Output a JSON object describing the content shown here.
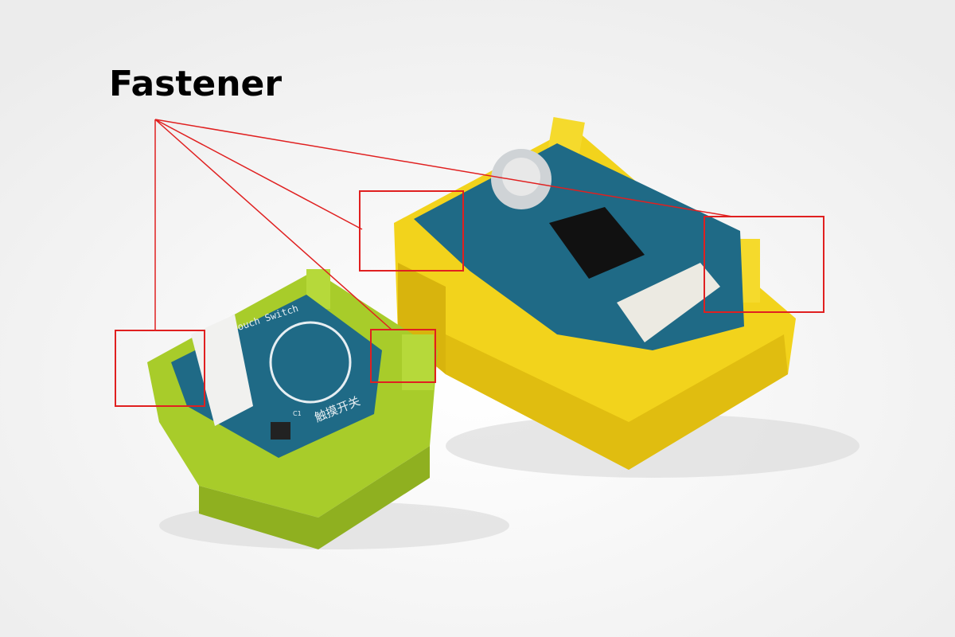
{
  "annotation": {
    "label": "Fastener",
    "color": "#e02020"
  },
  "modules": {
    "small": {
      "silk_en": "ouch Switch",
      "silk_cn": "触摸开关",
      "silk_ref": "C1",
      "case_color": "#a8cc2a"
    },
    "large": {
      "case_color": "#f2d31c"
    }
  },
  "colors": {
    "pcb": "#1f6a86",
    "background": "#f8f8f8"
  }
}
